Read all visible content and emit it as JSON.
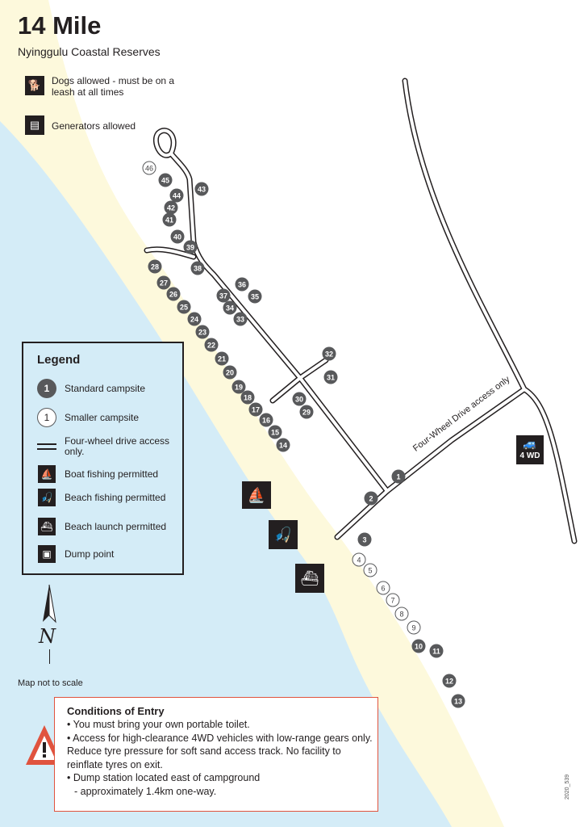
{
  "header": {
    "title": "14 Mile",
    "subtitle": "Nyinggulu Coastal Reserves"
  },
  "notes": [
    {
      "icon": "dog-icon",
      "text": "Dogs allowed - must be on a leash at all times"
    },
    {
      "icon": "generator-icon",
      "text": "Generators allowed"
    }
  ],
  "legend": {
    "title": "Legend",
    "items": [
      {
        "symbol": "standard-campsite",
        "text": "Standard campsite",
        "sample": "1"
      },
      {
        "symbol": "smaller-campsite",
        "text": "Smaller campsite",
        "sample": "1"
      },
      {
        "symbol": "4wd-track",
        "text": "Four-wheel drive access only."
      },
      {
        "symbol": "boat-fishing-icon",
        "text": "Boat fishing permitted"
      },
      {
        "symbol": "beach-fishing-icon",
        "text": "Beach fishing permitted"
      },
      {
        "symbol": "beach-launch-icon",
        "text": "Beach launch permitted"
      },
      {
        "symbol": "dump-point-icon",
        "text": "Dump point"
      }
    ]
  },
  "campsites": [
    {
      "n": "1",
      "type": "standard"
    },
    {
      "n": "2",
      "type": "standard"
    },
    {
      "n": "3",
      "type": "standard"
    },
    {
      "n": "4",
      "type": "smaller"
    },
    {
      "n": "5",
      "type": "smaller"
    },
    {
      "n": "6",
      "type": "smaller"
    },
    {
      "n": "7",
      "type": "smaller"
    },
    {
      "n": "8",
      "type": "smaller"
    },
    {
      "n": "9",
      "type": "smaller"
    },
    {
      "n": "10",
      "type": "standard"
    },
    {
      "n": "11",
      "type": "standard"
    },
    {
      "n": "12",
      "type": "standard"
    },
    {
      "n": "13",
      "type": "standard"
    },
    {
      "n": "14",
      "type": "standard"
    },
    {
      "n": "15",
      "type": "standard"
    },
    {
      "n": "16",
      "type": "standard"
    },
    {
      "n": "17",
      "type": "standard"
    },
    {
      "n": "18",
      "type": "standard"
    },
    {
      "n": "19",
      "type": "standard"
    },
    {
      "n": "20",
      "type": "standard"
    },
    {
      "n": "21",
      "type": "standard"
    },
    {
      "n": "22",
      "type": "standard"
    },
    {
      "n": "23",
      "type": "standard"
    },
    {
      "n": "24",
      "type": "standard"
    },
    {
      "n": "25",
      "type": "standard"
    },
    {
      "n": "26",
      "type": "standard"
    },
    {
      "n": "27",
      "type": "standard"
    },
    {
      "n": "28",
      "type": "standard"
    },
    {
      "n": "29",
      "type": "standard"
    },
    {
      "n": "30",
      "type": "standard"
    },
    {
      "n": "31",
      "type": "standard"
    },
    {
      "n": "32",
      "type": "standard"
    },
    {
      "n": "33",
      "type": "standard"
    },
    {
      "n": "34",
      "type": "standard"
    },
    {
      "n": "35",
      "type": "standard"
    },
    {
      "n": "36",
      "type": "standard"
    },
    {
      "n": "37",
      "type": "standard"
    },
    {
      "n": "38",
      "type": "standard"
    },
    {
      "n": "39",
      "type": "standard"
    },
    {
      "n": "40",
      "type": "standard"
    },
    {
      "n": "41",
      "type": "standard"
    },
    {
      "n": "42",
      "type": "standard"
    },
    {
      "n": "43",
      "type": "standard"
    },
    {
      "n": "44",
      "type": "standard"
    },
    {
      "n": "45",
      "type": "standard"
    },
    {
      "n": "46",
      "type": "smaller"
    }
  ],
  "map": {
    "road_label": "Four-Wheel Drive access only",
    "fourwd_label": "4 WD",
    "north_label": "N",
    "scale_note": "Map not to scale",
    "map_code": "2020_539"
  },
  "conditions": {
    "title": "Conditions of Entry",
    "items": [
      "You must bring your own portable toilet.",
      "Access for high-clearance 4WD vehicles with low-range gears only. Reduce tyre pressure for soft sand access track. No facility to reinflate tyres on exit.",
      "Dump station located east of campground"
    ],
    "item3_line2": "- approximately 1.4km one-way."
  },
  "colors": {
    "sea": "#d4ecf7",
    "sand": "#fdf9dc",
    "campsite": "#58595b",
    "warning": "#e0533e"
  }
}
